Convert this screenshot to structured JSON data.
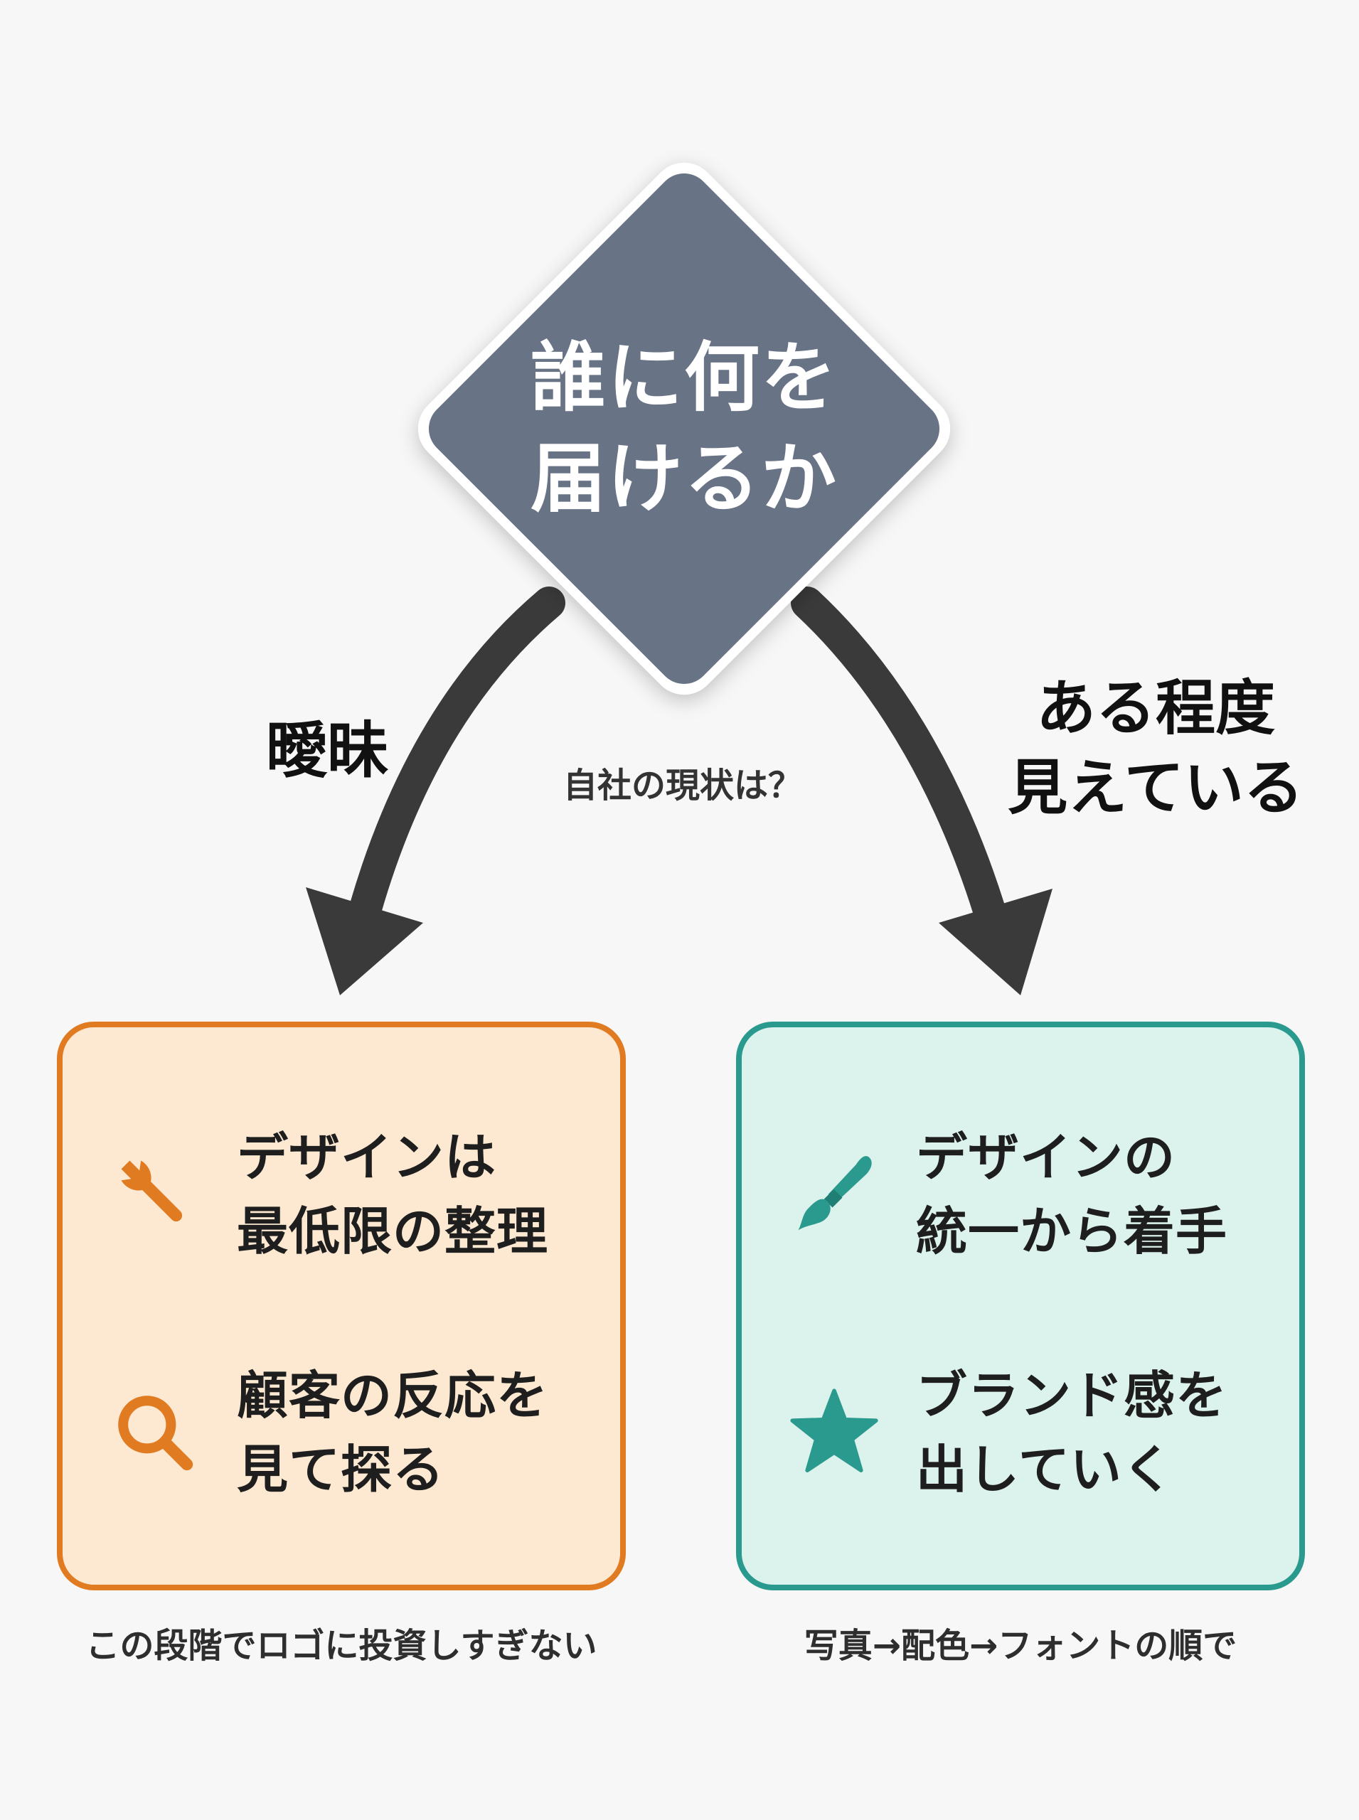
{
  "diagram": {
    "decision": {
      "title_lines": [
        "誰に何を",
        "届けるか"
      ],
      "question": "自社の現状は？",
      "fill_color": "#677386",
      "border_color": "#ffffff"
    },
    "branches": {
      "left": {
        "label": "曖昧",
        "arrow_color": "#3a3a3a"
      },
      "right": {
        "label_lines": [
          "ある程度",
          "見えている"
        ],
        "arrow_color": "#3a3a3a"
      }
    },
    "outcomes": {
      "left": {
        "accent_color": "#e17b22",
        "background_color": "#fde9d2",
        "items": [
          {
            "icon": "wrench-icon",
            "lines": [
              "デザインは",
              "最低限の整理"
            ]
          },
          {
            "icon": "magnifier-icon",
            "lines": [
              "顧客の反応を",
              "見て探る"
            ]
          }
        ],
        "caption": "この段階でロゴに投資しすぎない"
      },
      "right": {
        "accent_color": "#2a9a8e",
        "background_color": "#dcf2ec",
        "items": [
          {
            "icon": "paintbrush-icon",
            "lines": [
              "デザインの",
              "統一から着手"
            ]
          },
          {
            "icon": "star-icon",
            "lines": [
              "ブランド感を",
              "出していく"
            ]
          }
        ],
        "caption": "写真→配色→フォントの順で"
      }
    }
  }
}
